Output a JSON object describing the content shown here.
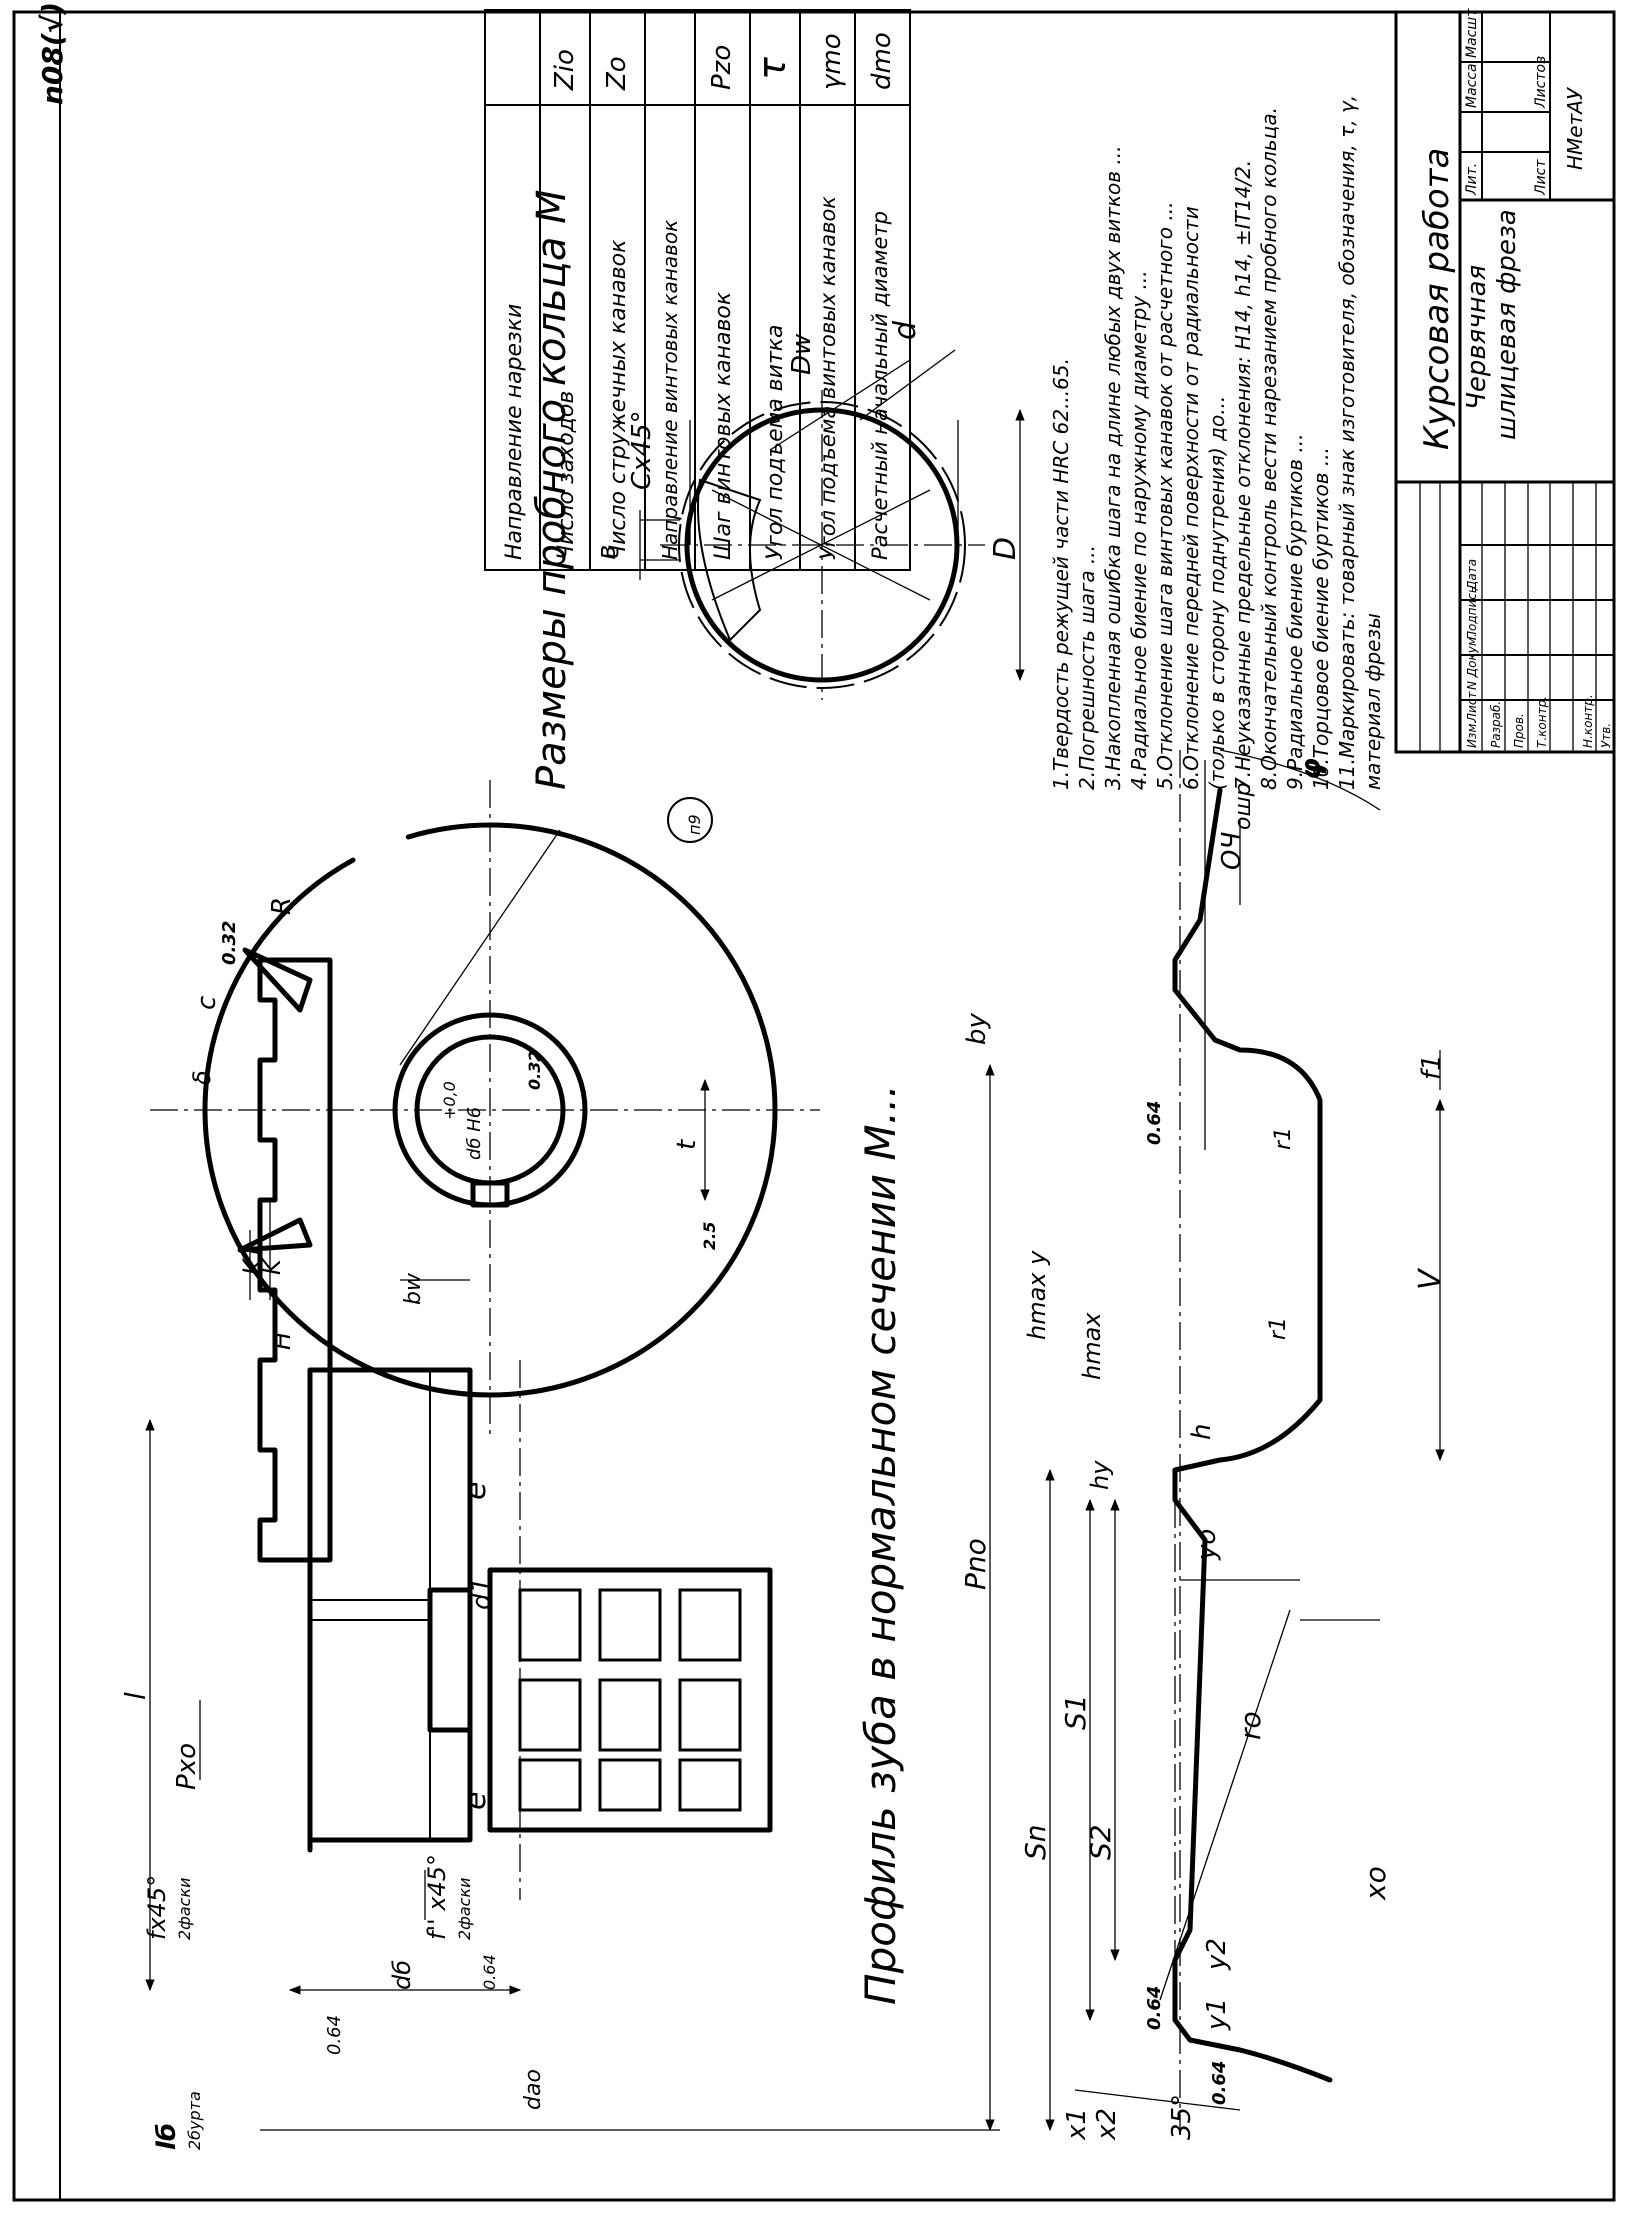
{
  "params": {
    "header_symbol": "n08(√)",
    "rows": [
      {
        "label": "Направление нарезки",
        "symbol": ""
      },
      {
        "label": "Число заходов",
        "symbol": "Zio"
      },
      {
        "label": "Число стружечных канавок",
        "symbol": "Zo"
      },
      {
        "label": "Направление винтовых канавок",
        "symbol": ""
      },
      {
        "label": "Шаг винтовых канавок",
        "symbol": "Pzo"
      },
      {
        "label": "Угол подъема витка",
        "symbol": "τ"
      },
      {
        "label": "Угол подъема винтовых канавок",
        "symbol": "γmo"
      },
      {
        "label": "Расчетный начальный диаметр",
        "symbol": "dmo"
      }
    ]
  },
  "ring": {
    "title": "Размеры пробного кольца М",
    "labels": {
      "b": "в",
      "c45": "Cх45°",
      "dw": "Dw",
      "d": "d",
      "D": "D"
    }
  },
  "requirements": [
    "1.Твердость режущей части HRC 62...65.",
    "2.Погрешность шага ...",
    "3.Накопленная ошибка шага на длине любых двух витков ...",
    "4.Радиальное биение по наружному диаметру ...",
    "5.Отклонение шага винтовых канавок от расчетного ...",
    "6.Отклонение передней поверхности от радиальности",
    "   (только в сторону поднутрения) до...",
    "7.Неуказанные предельные отклонения: H14, h14, ±IT14/2.",
    "8.Окончательный контроль вести нарезанием пробного кольца.",
    "9.Радиальное биение буртиков ...",
    "10.Торцовое биение буртиков ...",
    "11.Маркировать:   товарный знак изготовителя, обозначения, τ, γ,",
    "    материал фрезы"
  ],
  "title_block": {
    "work": "Курсовая работа",
    "name_line1": "Червячная",
    "name_line2": "шлицевая фреза",
    "lit": "Лит.",
    "mass": "Масса",
    "scale": "Масшт",
    "sheet": "Лист",
    "sheets": "Листов",
    "org": "НМетАУ",
    "rows": [
      "Изм.",
      "Лист",
      "N Докум.",
      "Подпись",
      "Дата"
    ],
    "roles": [
      "Разраб.",
      "Пров.",
      "Т.контр.",
      "Н.контр.",
      "Утв."
    ]
  },
  "cutter": {
    "labels": {
      "l": "l",
      "pxo": "Pxo",
      "fx45": "fх45°",
      "faski1": "2фаски",
      "f2x45": "f'' х45°",
      "faski2": "2фаски",
      "lb": "lб",
      "burta": "2бурта",
      "e1": "e",
      "e2": "e",
      "d1": "d1",
      "db": "dб",
      "dao": "dao",
      "r064a": "0.64",
      "r064b": "0.64"
    }
  },
  "endview": {
    "labels": {
      "r032": "0.32",
      "R": "R",
      "c": "c",
      "delta": "δ",
      "p9": "п9",
      "dbore": "dб H6",
      "tol": "+0,0",
      "r032b": "0.32",
      "t": "t",
      "r25": "2.5",
      "bw": "bw",
      "K": "K",
      "K1": "K1",
      "H": "H"
    }
  },
  "section_title": "Профиль зуба в нормальном сечении М...",
  "profile": {
    "labels": {
      "pno": "Pno",
      "sn": "Sn",
      "s1": "S1",
      "s2": "S2",
      "x1": "x1",
      "x2": "x2",
      "a35": "35°",
      "r064a": "0.64",
      "r064b": "0.64",
      "y1": "y1",
      "y2": "y2",
      "xo": "xo",
      "ro": "ro",
      "yo": "yo",
      "hy": "hy",
      "h": "h",
      "hmax": "hmax",
      "hmaxy": "hmax y",
      "r1a": "r1",
      "r1b": "r1",
      "v": "V",
      "f1": "f1",
      "r064c": "0.64",
      "by": "by",
      "oh": "OЧ",
      "oshp": "ошр",
      "phi": "φ"
    }
  }
}
